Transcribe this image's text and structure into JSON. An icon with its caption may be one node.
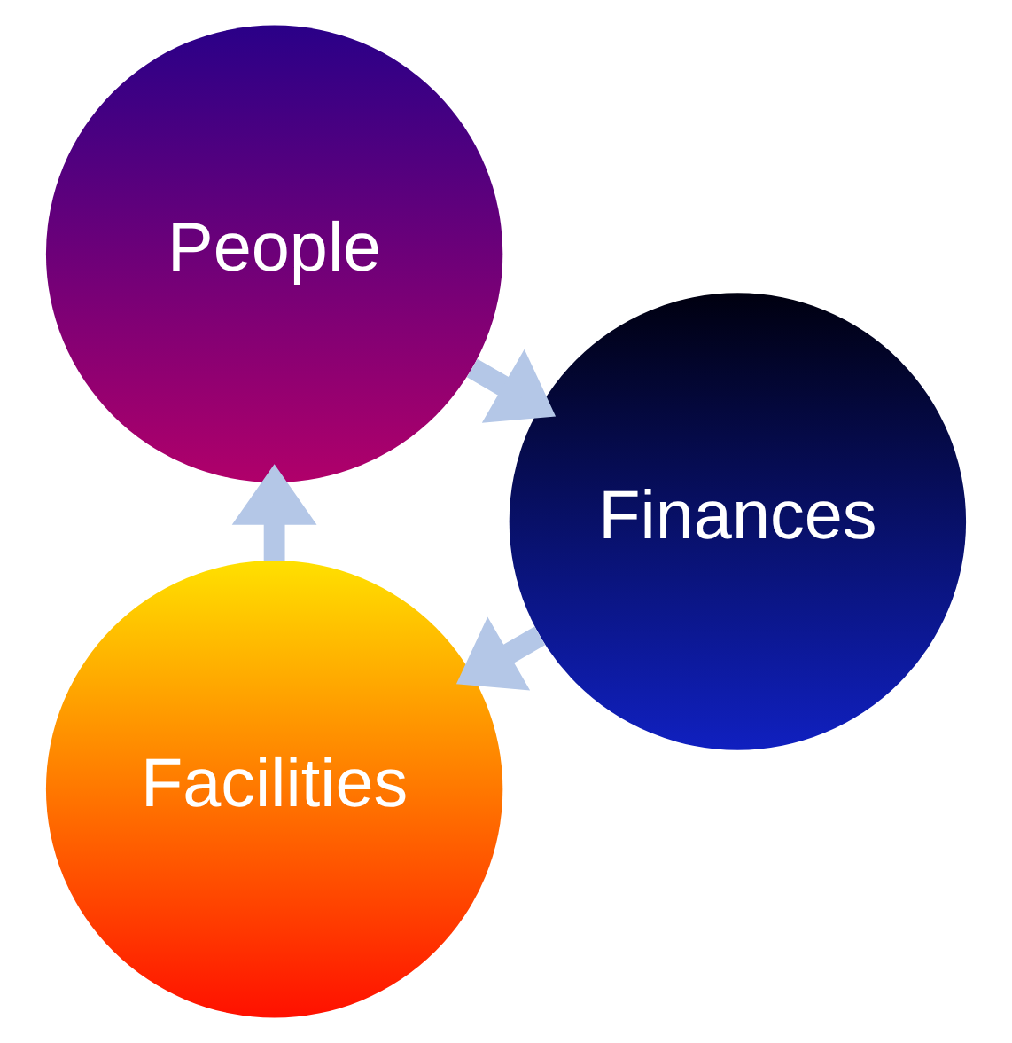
{
  "diagram": {
    "nodes": [
      {
        "text": [
          "Facilities"
        ]
      },
      {
        "text": [
          "People"
        ]
      },
      {
        "text": [
          "Finances"
        ]
      }
    ],
    "edges": [
      {
        "from": 0,
        "to": 1,
        "arrow": "to"
      },
      {
        "from": 1,
        "to": 2,
        "arrow": "to"
      },
      {
        "from": 2,
        "to": 0,
        "arrow": "to"
      }
    ]
  }
}
